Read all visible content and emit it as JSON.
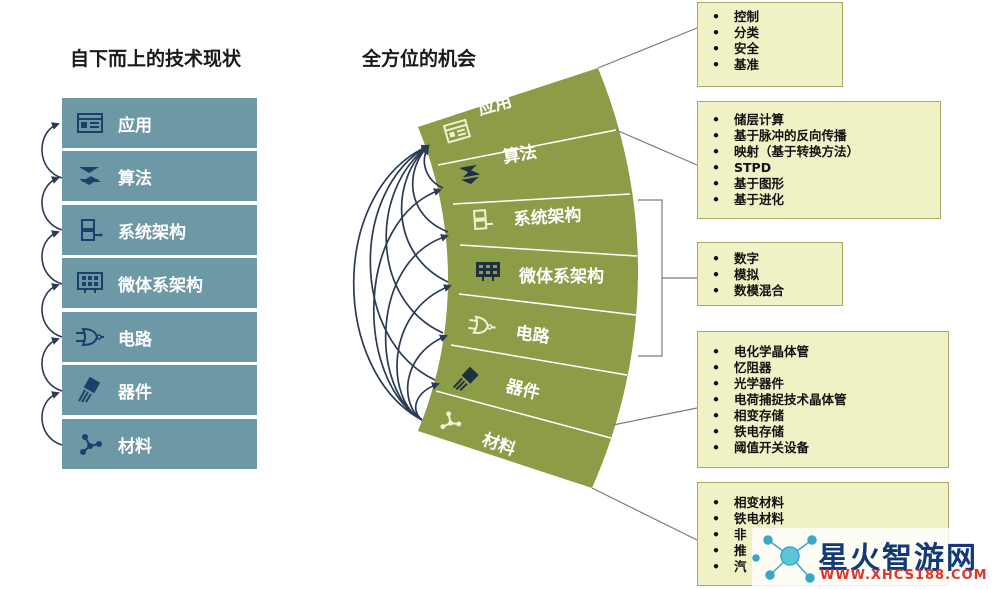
{
  "left_panel": {
    "title": "自下而上的技术现状",
    "items": [
      {
        "label": "应用",
        "icon": "app-window-icon"
      },
      {
        "label": "算法",
        "icon": "algorithm-icon"
      },
      {
        "label": "系统架构",
        "icon": "system-architecture-icon"
      },
      {
        "label": "微体系架构",
        "icon": "microarchitecture-icon"
      },
      {
        "label": "电路",
        "icon": "circuit-icon"
      },
      {
        "label": "器件",
        "icon": "device-icon"
      },
      {
        "label": "材料",
        "icon": "material-icon"
      }
    ]
  },
  "fan": {
    "title": "全方位的机会",
    "segments": [
      {
        "label": "应用",
        "icon": "app-window-icon"
      },
      {
        "label": "算法",
        "icon": "algorithm-icon"
      },
      {
        "label": "系统架构",
        "icon": "system-architecture-icon"
      },
      {
        "label": "微体系架构",
        "icon": "microarchitecture-icon"
      },
      {
        "label": "电路",
        "icon": "circuit-icon"
      },
      {
        "label": "器件",
        "icon": "device-icon"
      },
      {
        "label": "材料",
        "icon": "material-icon"
      }
    ]
  },
  "boxes": {
    "application": [
      "控制",
      "分类",
      "安全",
      "基准"
    ],
    "algorithm": [
      "储层计算",
      "基于脉冲的反向传播",
      "映射（基于转换方法）",
      "STPD",
      "基于图形",
      "基于进化"
    ],
    "architecture": [
      "数字",
      "模拟",
      "数模混合"
    ],
    "device": [
      "电化学晶体管",
      "忆阻器",
      "光学器件",
      "电荷捕捉技术晶体管",
      "相变存储",
      "铁电存储",
      "阈值开关设备"
    ],
    "material": [
      "相变材料",
      "铁电材料",
      "非",
      "推",
      "汽"
    ]
  },
  "watermark": {
    "main": "星火智游网",
    "url": "WWW.XHCS188.COM"
  },
  "colors": {
    "left_block": "#6d98a5",
    "fan_fill": "#8d9c47",
    "fan_line": "#ffffff",
    "box_fill": "#f1f1c6",
    "arrow": "#2b3a57"
  }
}
